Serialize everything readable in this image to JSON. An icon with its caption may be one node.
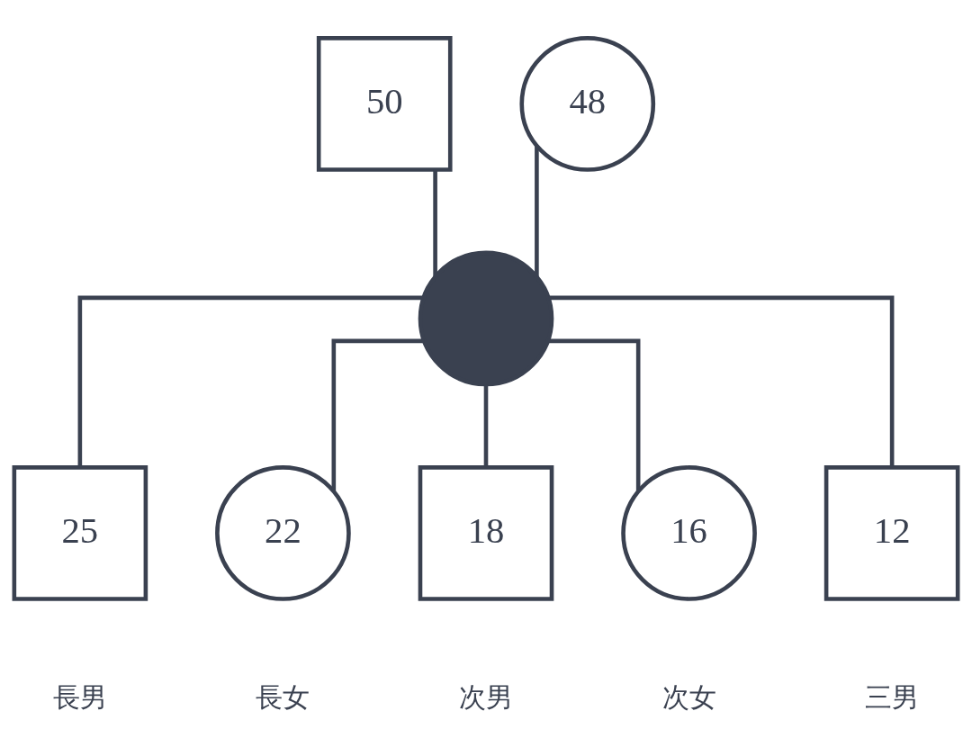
{
  "diagram": {
    "nodes": [
      {
        "text": [
          "50"
        ]
      },
      {
        "text": [
          "48"
        ]
      },
      {
        "text": [],
        "shape": "circle"
      },
      {
        "text": [
          "25"
        ],
        "beside": [
          "長男"
        ]
      },
      {
        "text": [
          "22"
        ],
        "beside": [
          "長女"
        ]
      },
      {
        "text": [
          "18"
        ],
        "beside": [
          "次男"
        ]
      },
      {
        "text": [
          "16"
        ],
        "beside": [
          "次女"
        ]
      },
      {
        "text": [
          "12"
        ],
        "beside": [
          "三男"
        ]
      }
    ],
    "edges": [
      {
        "from": 0,
        "to": 2,
        "arrow": "none"
      },
      {
        "from": 1,
        "to": 2,
        "arrow": "none"
      },
      {
        "from": 2,
        "to": 3,
        "arrow": "none"
      },
      {
        "from": 2,
        "to": 4,
        "arrow": "none"
      },
      {
        "from": 2,
        "to": 5,
        "arrow": "none"
      },
      {
        "from": 2,
        "to": 6,
        "arrow": "none"
      },
      {
        "from": 2,
        "to": 7,
        "arrow": "none"
      }
    ]
  }
}
